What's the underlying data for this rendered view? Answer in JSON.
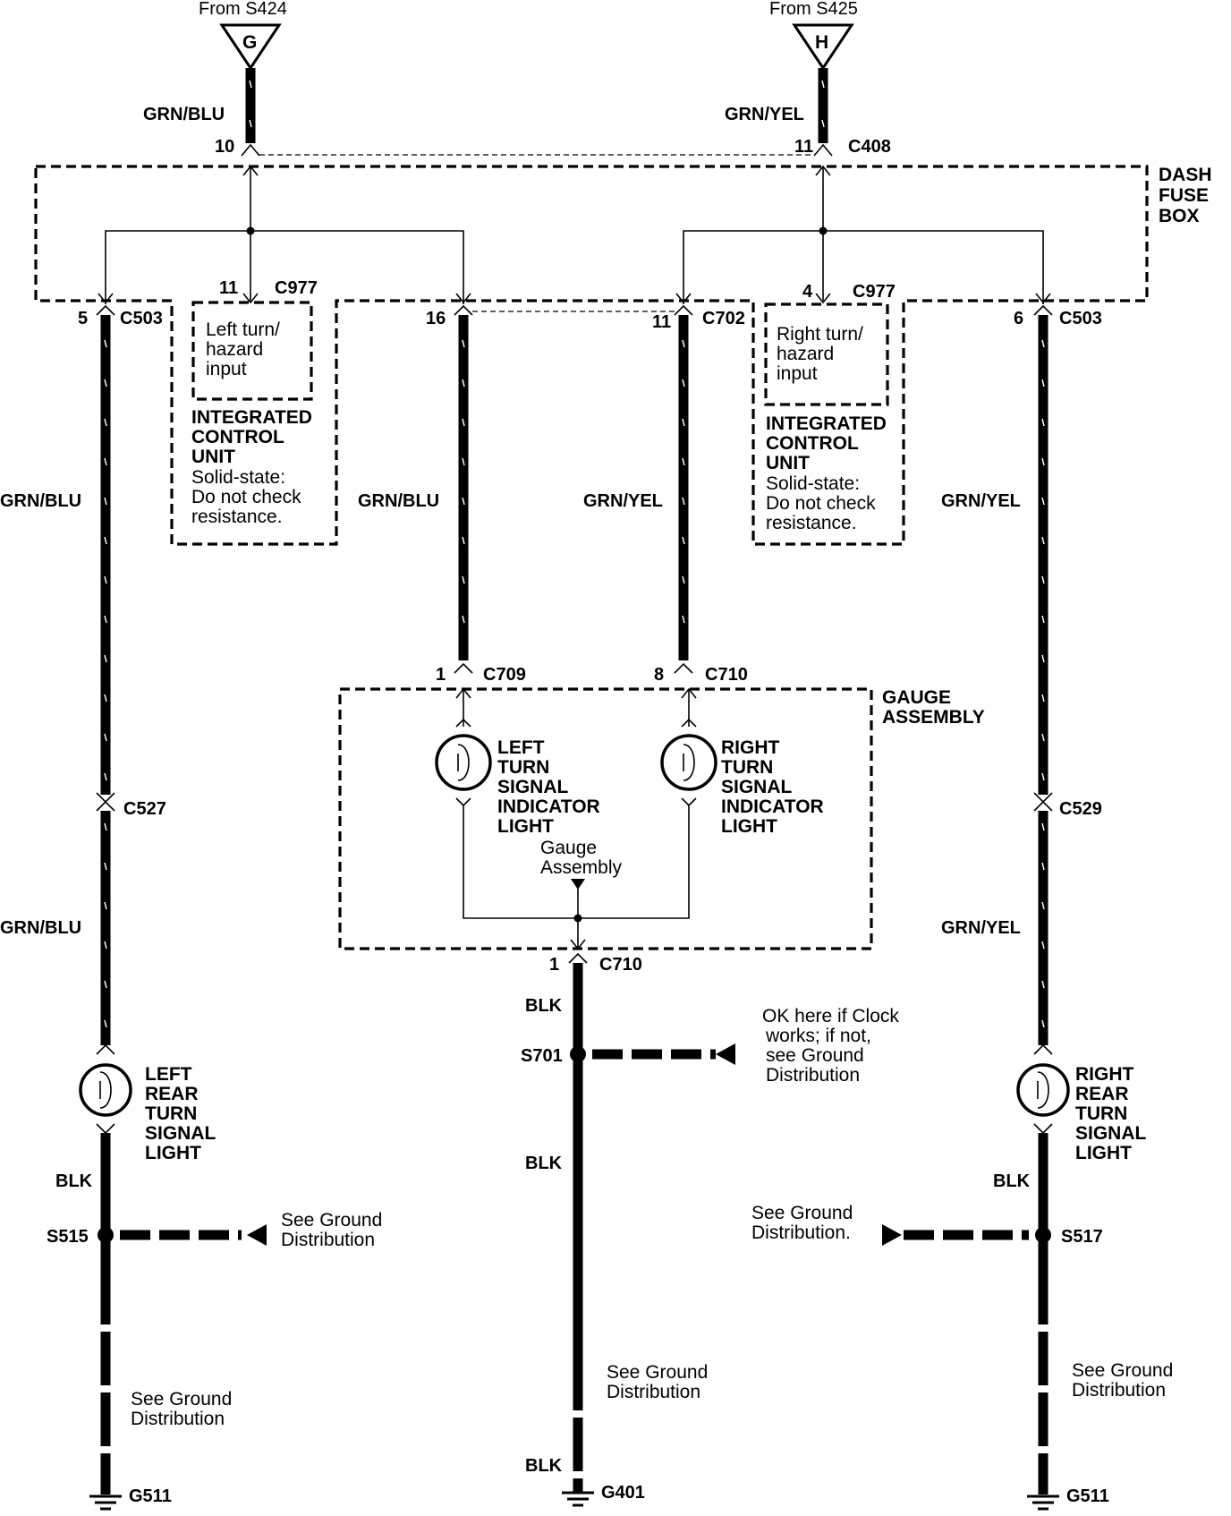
{
  "sources": {
    "left": {
      "from": "From S424",
      "letter": "G"
    },
    "right": {
      "from": "From S425",
      "letter": "H"
    }
  },
  "fuse_box": {
    "label_lines": [
      "DASH",
      "FUSE",
      "BOX"
    ],
    "connector": "C408",
    "pin_left": "10",
    "pin_right": "11",
    "wire_left": "GRN/BLU",
    "wire_right": "GRN/YEL"
  },
  "icu_left": {
    "pin": "11",
    "connector": "C977",
    "input_lines": [
      "Left turn/",
      "hazard",
      "input"
    ],
    "title_lines": [
      "INTEGRATED",
      "CONTROL",
      "UNIT"
    ],
    "note_lines": [
      "Solid-state:",
      "Do not check",
      "resistance."
    ]
  },
  "icu_right": {
    "pin": "4",
    "connector": "C977",
    "input_lines": [
      "Right turn/",
      "hazard",
      "input"
    ],
    "title_lines": [
      "INTEGRATED",
      "CONTROL",
      "UNIT"
    ],
    "note_lines": [
      "Solid-state:",
      "Do not check",
      "resistance."
    ]
  },
  "outputs": {
    "far_left": {
      "pin": "5",
      "connector": "C503",
      "wire": "GRN/BLU"
    },
    "mid_left": {
      "pin": "16",
      "connector": "C702",
      "wire": "GRN/BLU"
    },
    "mid_right": {
      "pin": "11",
      "connector": "C702",
      "wire": "GRN/YEL"
    },
    "far_right": {
      "pin": "6",
      "connector": "C503",
      "wire": "GRN/YEL"
    }
  },
  "gauge": {
    "label_lines": [
      "GAUGE",
      "ASSEMBLY"
    ],
    "left_pin": "1",
    "left_connector": "C709",
    "right_pin": "8",
    "right_connector": "C710",
    "left_light_lines": [
      "LEFT",
      "TURN",
      "SIGNAL",
      "INDICATOR",
      "LIGHT"
    ],
    "right_light_lines": [
      "RIGHT",
      "TURN",
      "SIGNAL",
      "INDICATOR",
      "LIGHT"
    ],
    "ground_lines": [
      "Gauge",
      "Assembly"
    ],
    "out_pin": "1",
    "out_connector": "C710"
  },
  "center_ground": {
    "wire_top": "BLK",
    "splice": "S701",
    "wire_mid": "BLK",
    "wire_bottom": "BLK",
    "note_lines": [
      "OK here if Clock",
      "works; if not,",
      "see Ground",
      "Distribution"
    ],
    "see_lines": [
      "See Ground",
      "Distribution"
    ],
    "ground": "G401"
  },
  "left_rear": {
    "inline_connector": "C527",
    "wire_lower": "GRN/BLU",
    "light_lines": [
      "LEFT",
      "REAR",
      "TURN",
      "SIGNAL",
      "LIGHT"
    ],
    "wire_ground": "BLK",
    "splice": "S515",
    "splice_note_lines": [
      "See Ground",
      "Distribution"
    ],
    "see_lines": [
      "See Ground",
      "Distribution"
    ],
    "ground": "G511"
  },
  "right_rear": {
    "inline_connector": "C529",
    "wire_lower": "GRN/YEL",
    "light_lines": [
      "RIGHT",
      "REAR",
      "TURN",
      "SIGNAL",
      "LIGHT"
    ],
    "wire_ground": "BLK",
    "splice": "S517",
    "splice_note_lines": [
      "See Ground",
      "Distribution."
    ],
    "see_lines": [
      "See Ground",
      "Distribution"
    ],
    "ground": "G511"
  }
}
